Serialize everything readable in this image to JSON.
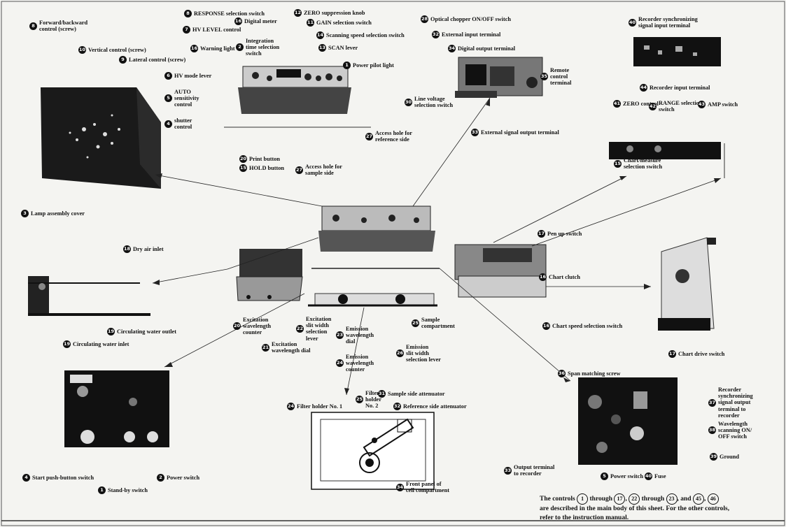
{
  "labels": [
    {
      "num": "8",
      "text": "Forward/backward\ncontrol (screw)"
    },
    {
      "num": "10",
      "text": "Vertical control (screw)"
    },
    {
      "num": "9",
      "text": "Lateral control (screw)"
    },
    {
      "num": "3",
      "text": "Lamp assembly cover"
    },
    {
      "num": "8",
      "text": "RESPONSE selection switch"
    },
    {
      "num": "7",
      "text": "HV LEVEL control"
    },
    {
      "num": "16",
      "text": "Warning light"
    },
    {
      "num": "6",
      "text": "HV mode lever"
    },
    {
      "num": "5",
      "text": "AUTO\nsensitivity\ncontrol"
    },
    {
      "num": "4",
      "text": "shutter\ncontrol"
    },
    {
      "num": "16",
      "text": "Digital meter"
    },
    {
      "num": "2",
      "text": "Integration\ntime selection\nswitch"
    },
    {
      "num": "12",
      "text": "ZERO suppression knob"
    },
    {
      "num": "11",
      "text": "GAIN selection switch"
    },
    {
      "num": "14",
      "text": "Scanning speed selection switch"
    },
    {
      "num": "13",
      "text": "SCAN lever"
    },
    {
      "num": "1",
      "text": "Power pilot light"
    },
    {
      "num": "20",
      "text": "Print button"
    },
    {
      "num": "15",
      "text": "HOLD button"
    },
    {
      "num": "27",
      "text": "Access hole for\nsample side"
    },
    {
      "num": "27",
      "text": "Access hole for\nreference side"
    },
    {
      "num": "28",
      "text": "Optical chopper ON/OFF switch"
    },
    {
      "num": "32",
      "text": "External input terminal"
    },
    {
      "num": "34",
      "text": "Digital output terminal"
    },
    {
      "num": "35",
      "text": "Remote\ncontrol\nterminal"
    },
    {
      "num": "30",
      "text": "Line voltage\nselection switch"
    },
    {
      "num": "33",
      "text": "External signal output terminal"
    },
    {
      "num": "40",
      "text": "Recorder synchronizing\nsignal input terminal"
    },
    {
      "num": "44",
      "text": "Recorder input terminal"
    },
    {
      "num": "41",
      "text": "ZERO control"
    },
    {
      "num": "42",
      "text": "RANGE selection\nswitch"
    },
    {
      "num": "43",
      "text": "AMP switch"
    },
    {
      "num": "15",
      "text": "Chart/measure\nselection switch"
    },
    {
      "num": "17",
      "text": "Pen up switch"
    },
    {
      "num": "16",
      "text": "Chart clutch"
    },
    {
      "num": "16",
      "text": "Chart speed selection switch"
    },
    {
      "num": "17",
      "text": "Chart drive switch"
    },
    {
      "num": "18",
      "text": "Dry air inlet"
    },
    {
      "num": "19",
      "text": "Circulating water outlet"
    },
    {
      "num": "19",
      "text": "Circulating water inlet"
    },
    {
      "num": "20",
      "text": "Excitation\nwavelength\ncounter"
    },
    {
      "num": "21",
      "text": "Excitation\nwavelength dial"
    },
    {
      "num": "22",
      "text": "Excitation\nslit width\nselection\nlever"
    },
    {
      "num": "23",
      "text": "Emission\nwavelength\ndial"
    },
    {
      "num": "24",
      "text": "Emission\nwavelength\ncounter"
    },
    {
      "num": "25",
      "text": "Sample\ncompartment"
    },
    {
      "num": "26",
      "text": "Emission\nslit width\nselection lever"
    },
    {
      "num": "4",
      "text": "Start push-button switch"
    },
    {
      "num": "2",
      "text": "Power switch"
    },
    {
      "num": "1",
      "text": "Stand-by switch"
    },
    {
      "num": "24",
      "text": "Filter holder No. 1"
    },
    {
      "num": "25",
      "text": "Filter\nholder\nNo. 2"
    },
    {
      "num": "31",
      "text": "Sample side attenuator"
    },
    {
      "num": "32",
      "text": "Reference side attenuator"
    },
    {
      "num": "34",
      "text": "Front panel of\ncell compartment"
    },
    {
      "num": "36",
      "text": "Span matching screw"
    },
    {
      "num": "37",
      "text": "Recorder\nsynchronizing\nsignal output\nterminal to\nrecorder"
    },
    {
      "num": "38",
      "text": "Wavelength\nscanning ON/\nOFF switch"
    },
    {
      "num": "39",
      "text": "Ground"
    },
    {
      "num": "33",
      "text": "Output terminal\nto recorder"
    },
    {
      "num": "5",
      "text": "Power switch"
    },
    {
      "num": "40",
      "text": "Fuse"
    }
  ],
  "note": {
    "c1": "1",
    "c2": "17",
    "c3": "22",
    "c4": "23",
    "c5": "45",
    "c6": "46",
    "line1a": "The controls",
    "line1b": "through",
    "line1c": ",",
    "line1d": "through",
    "line1e": ", and",
    "line1f": ",",
    "line2": "are described in the main body of this sheet.  For the other controls,",
    "line3": "refer to the instruction manual."
  }
}
